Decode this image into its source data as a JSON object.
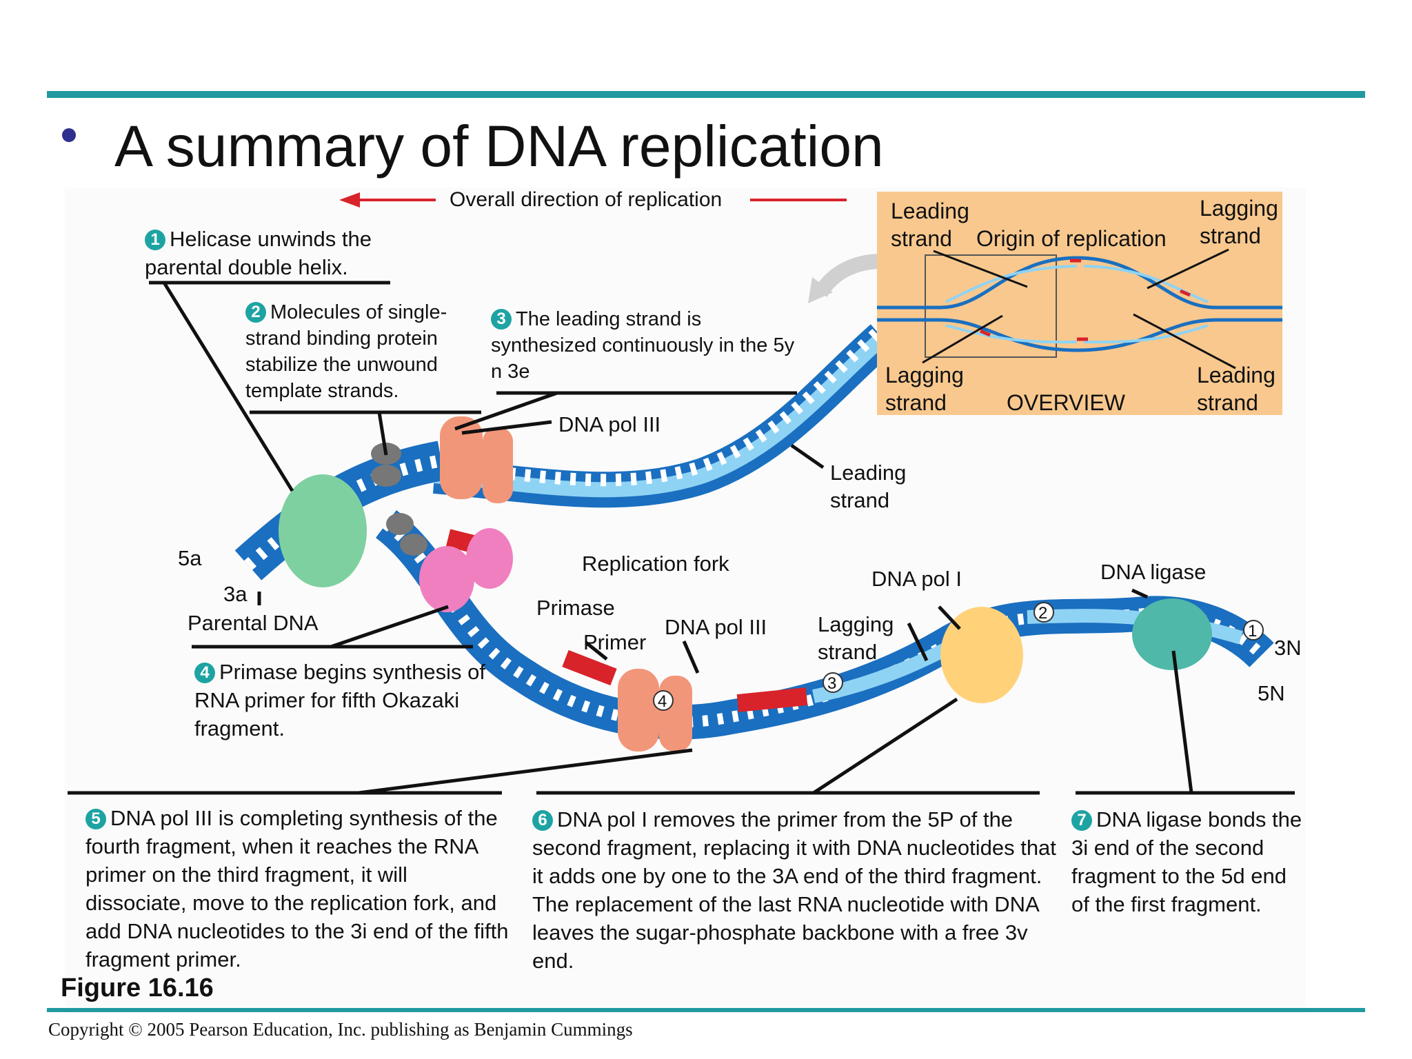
{
  "slide": {
    "title": "A summary of DNA replication",
    "figure_label": "Figure 16.16",
    "copyright": "Copyright © 2005 Pearson Education, Inc. publishing as Benjamin Cummings"
  },
  "diagram": {
    "direction_label": "Overall direction of replication",
    "labels": {
      "dna_pol_iii_top": "DNA pol III",
      "leading_strand": "Leading strand",
      "replication_fork": "Replication fork",
      "five_prime_a": "5a",
      "three_prime_a": "3a",
      "parental_dna": "Parental DNA",
      "primase": "Primase",
      "primer": "Primer",
      "dna_pol_iii_bottom": "DNA pol III",
      "lagging_strand": "Lagging strand",
      "dna_pol_i": "DNA pol I",
      "dna_ligase": "DNA ligase",
      "three_prime_n": "3N",
      "five_prime_n": "5N"
    },
    "fragment_numbers": [
      "1",
      "2",
      "3",
      "4"
    ],
    "steps": [
      {
        "num": "1",
        "text": "Helicase unwinds the parental double helix."
      },
      {
        "num": "2",
        "text": "Molecules of single-strand binding protein stabilize the unwound template strands."
      },
      {
        "num": "3",
        "text": "The leading strand is synthesized continuously in the 5y  n  3e"
      },
      {
        "num": "4",
        "text": "Primase begins synthesis of RNA primer for fifth Okazaki fragment."
      },
      {
        "num": "5",
        "text": "DNA pol III is completing synthesis of the fourth fragment, when it reaches the RNA primer on the third fragment, it will dissociate, move to the replication fork, and add DNA nucleotides to the 3i   end of the fifth fragment primer."
      },
      {
        "num": "6",
        "text": "DNA pol I removes the primer from the 5P of the second fragment, replacing it with DNA nucleotides that it adds one by one to the 3A end of the third fragment. The replacement of the last RNA nucleotide with DNA leaves the sugar-phosphate backbone with a free 3v  end."
      },
      {
        "num": "7",
        "text": "DNA ligase bonds the 3i   end of the second fragment to the 5d  end of the first fragment."
      }
    ],
    "overview": {
      "title": "OVERVIEW",
      "leading_strand_tl": "Leading strand",
      "origin": "Origin of replication",
      "lagging_strand_tr": "Lagging strand",
      "lagging_strand_bl": "Lagging strand",
      "leading_strand_br": "Leading strand"
    },
    "colors": {
      "backbone_dark": "#1a6fc0",
      "strand_light": "#8fd3f4",
      "rna_primer": "#d8232a",
      "helicase": "#7fd0a0",
      "ssb": "#777777",
      "dna_pol_iii": "#f2967a",
      "primase": "#f07fc0",
      "dna_pol_i": "#ffd27a",
      "dna_ligase": "#4fb8a8",
      "overview_bg": "#f8c88e",
      "rule": "#1f9aa0",
      "step_badge": "#1ea3a3"
    }
  }
}
